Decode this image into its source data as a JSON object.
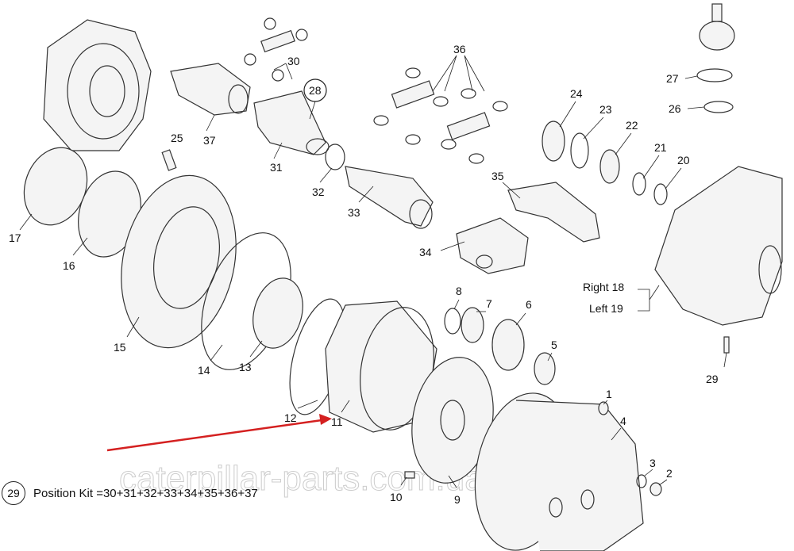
{
  "labels": {
    "l1": "1",
    "l2": "2",
    "l3": "3",
    "l4": "4",
    "l5": "5",
    "l6": "6",
    "l7": "7",
    "l8": "8",
    "l9": "9",
    "l10": "10",
    "l11": "11",
    "l12": "12",
    "l13": "13",
    "l14": "14",
    "l15": "15",
    "l16": "16",
    "l17": "17",
    "l18": "Right 18",
    "l19": "Left 19",
    "l20": "20",
    "l21": "21",
    "l22": "22",
    "l23": "23",
    "l24": "24",
    "l25": "25",
    "l26": "26",
    "l27": "27",
    "l28": "28",
    "l29": "29",
    "l30": "30",
    "l31": "31",
    "l32": "32",
    "l33": "33",
    "l34": "34",
    "l35": "35",
    "l36": "36",
    "l37": "37"
  },
  "kit": {
    "number": "29",
    "text": "Position Kit =30+31+32+33+34+35+36+37"
  },
  "watermark": "caterpillar-parts.com.ua",
  "colors": {
    "arrow": "#d42020"
  }
}
